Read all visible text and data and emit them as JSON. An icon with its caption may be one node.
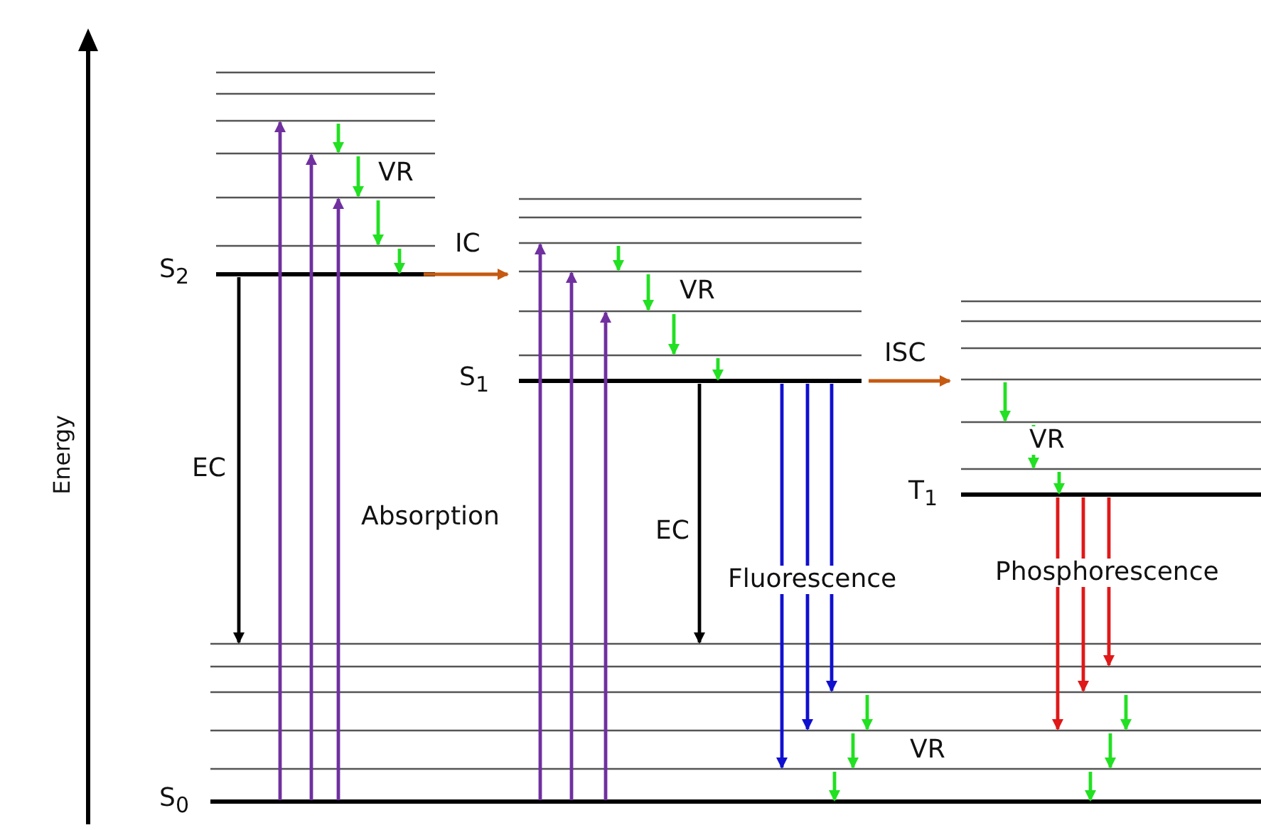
{
  "diagram": {
    "nodes": [
      {
        "text": [
          "S$_{2}$"
        ]
      },
      {
        "text": [
          "S$_{1}$"
        ]
      },
      {
        "text": [
          "T$_{1}$"
        ]
      },
      {
        "text": [
          "S$_{0}$"
        ]
      }
    ],
    "edges": [
      {
        "from": 3,
        "to": 0,
        "arrow": "to",
        "color": "#7030a0"
      },
      {
        "from": 3,
        "to": 0,
        "arrow": "to",
        "color": "#7030a0"
      },
      {
        "from": 3,
        "to": 0,
        "arrow": "to",
        "color": "#7030a0"
      },
      {
        "from": 3,
        "to": 1,
        "arrow": "to",
        "color": "#7030a0"
      },
      {
        "from": 3,
        "to": 1,
        "arrow": "to",
        "color": "#7030a0"
      },
      {
        "from": 3,
        "to": 1,
        "arrow": "to",
        "color": "#7030a0"
      },
      {
        "from": 0,
        "to": 1,
        "arrow": "to",
        "label": "IC",
        "color": "#c55a11"
      },
      {
        "from": 1,
        "to": 2,
        "arrow": "to",
        "label": "ISC",
        "color": "#c55a11"
      },
      {
        "from": 0,
        "to": 3,
        "arrow": "to",
        "label": "EC",
        "color": "#000000"
      },
      {
        "from": 1,
        "to": 3,
        "arrow": "to",
        "label": "EC",
        "color": "#000000"
      },
      {
        "from": 1,
        "to": 3,
        "arrow": "to",
        "color": "#1010d0"
      },
      {
        "from": 1,
        "to": 3,
        "arrow": "to",
        "color": "#1010d0"
      },
      {
        "from": 1,
        "to": 3,
        "arrow": "to",
        "color": "#1010d0"
      },
      {
        "from": 2,
        "to": 3,
        "arrow": "to",
        "color": "#e01818"
      },
      {
        "from": 2,
        "to": 3,
        "arrow": "to",
        "color": "#e01818"
      },
      {
        "from": 2,
        "to": 3,
        "arrow": "to",
        "color": "#e01818"
      },
      {
        "from": 0,
        "to": 0,
        "arrow": "to"
      },
      {
        "from": 0,
        "to": 0,
        "arrow": "to"
      },
      {
        "from": 0,
        "to": 0,
        "arrow": "to"
      },
      {
        "from": 0,
        "to": 0,
        "arrow": "to"
      },
      {
        "from": 1,
        "to": 1,
        "arrow": "to"
      },
      {
        "from": 1,
        "to": 1,
        "arrow": "to"
      },
      {
        "from": 1,
        "to": 1,
        "arrow": "to"
      },
      {
        "from": 1,
        "to": 1,
        "arrow": "to"
      },
      {
        "from": 2,
        "to": 2,
        "arrow": "to"
      },
      {
        "from": 2,
        "to": 2,
        "arrow": "to"
      },
      {
        "from": 2,
        "to": 2,
        "arrow": "to"
      },
      {
        "from": 3,
        "to": 3,
        "arrow": "to"
      },
      {
        "from": 3,
        "to": 3,
        "arrow": "to"
      },
      {
        "from": 3,
        "to": 3,
        "arrow": "to"
      },
      {
        "from": 3,
        "to": 3,
        "arrow": "to"
      },
      {
        "from": 3,
        "to": 3,
        "arrow": "to"
      },
      {
        "from": 3,
        "to": 3,
        "arrow": "to"
      }
    ],
    "labels": [
      "VR",
      "VR",
      "VR",
      "Energy",
      "Absorption",
      "Phosphorescence",
      "Fluorescence",
      "VR"
    ]
  }
}
